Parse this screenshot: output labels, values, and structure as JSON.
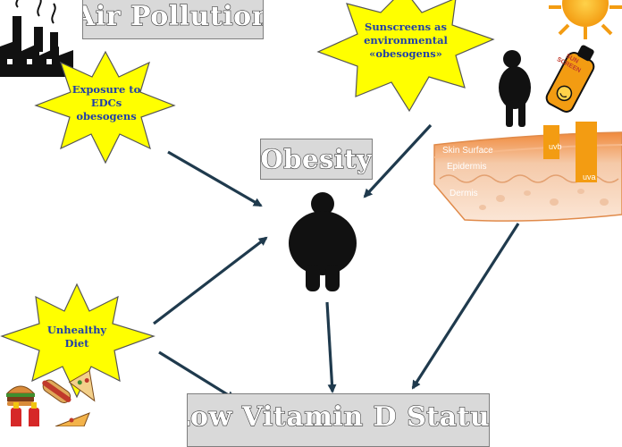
{
  "titles": {
    "air_pollution": "Air Pollution",
    "obesity": "Obesity",
    "vitamin_d": "Low Vitamin D Status"
  },
  "stars": {
    "edc": "Exposure to EDCs obesogens",
    "sunscreen": "Sunscreens as environmental «obesogens»",
    "diet": "Unhealthy Diet"
  },
  "skin": {
    "surface": "Skin Surface",
    "epidermis": "Epidermis",
    "dermis": "Dermis",
    "uvb": "uvb",
    "uva": "uva"
  },
  "bottle_text": "SUN SCREEN",
  "colors": {
    "star_fill": "#ffff00",
    "arrow": "#1f3a4d",
    "label_text": "#1f3fa8",
    "skin_top": "#f4a261",
    "uv_bar": "#f39c12"
  }
}
